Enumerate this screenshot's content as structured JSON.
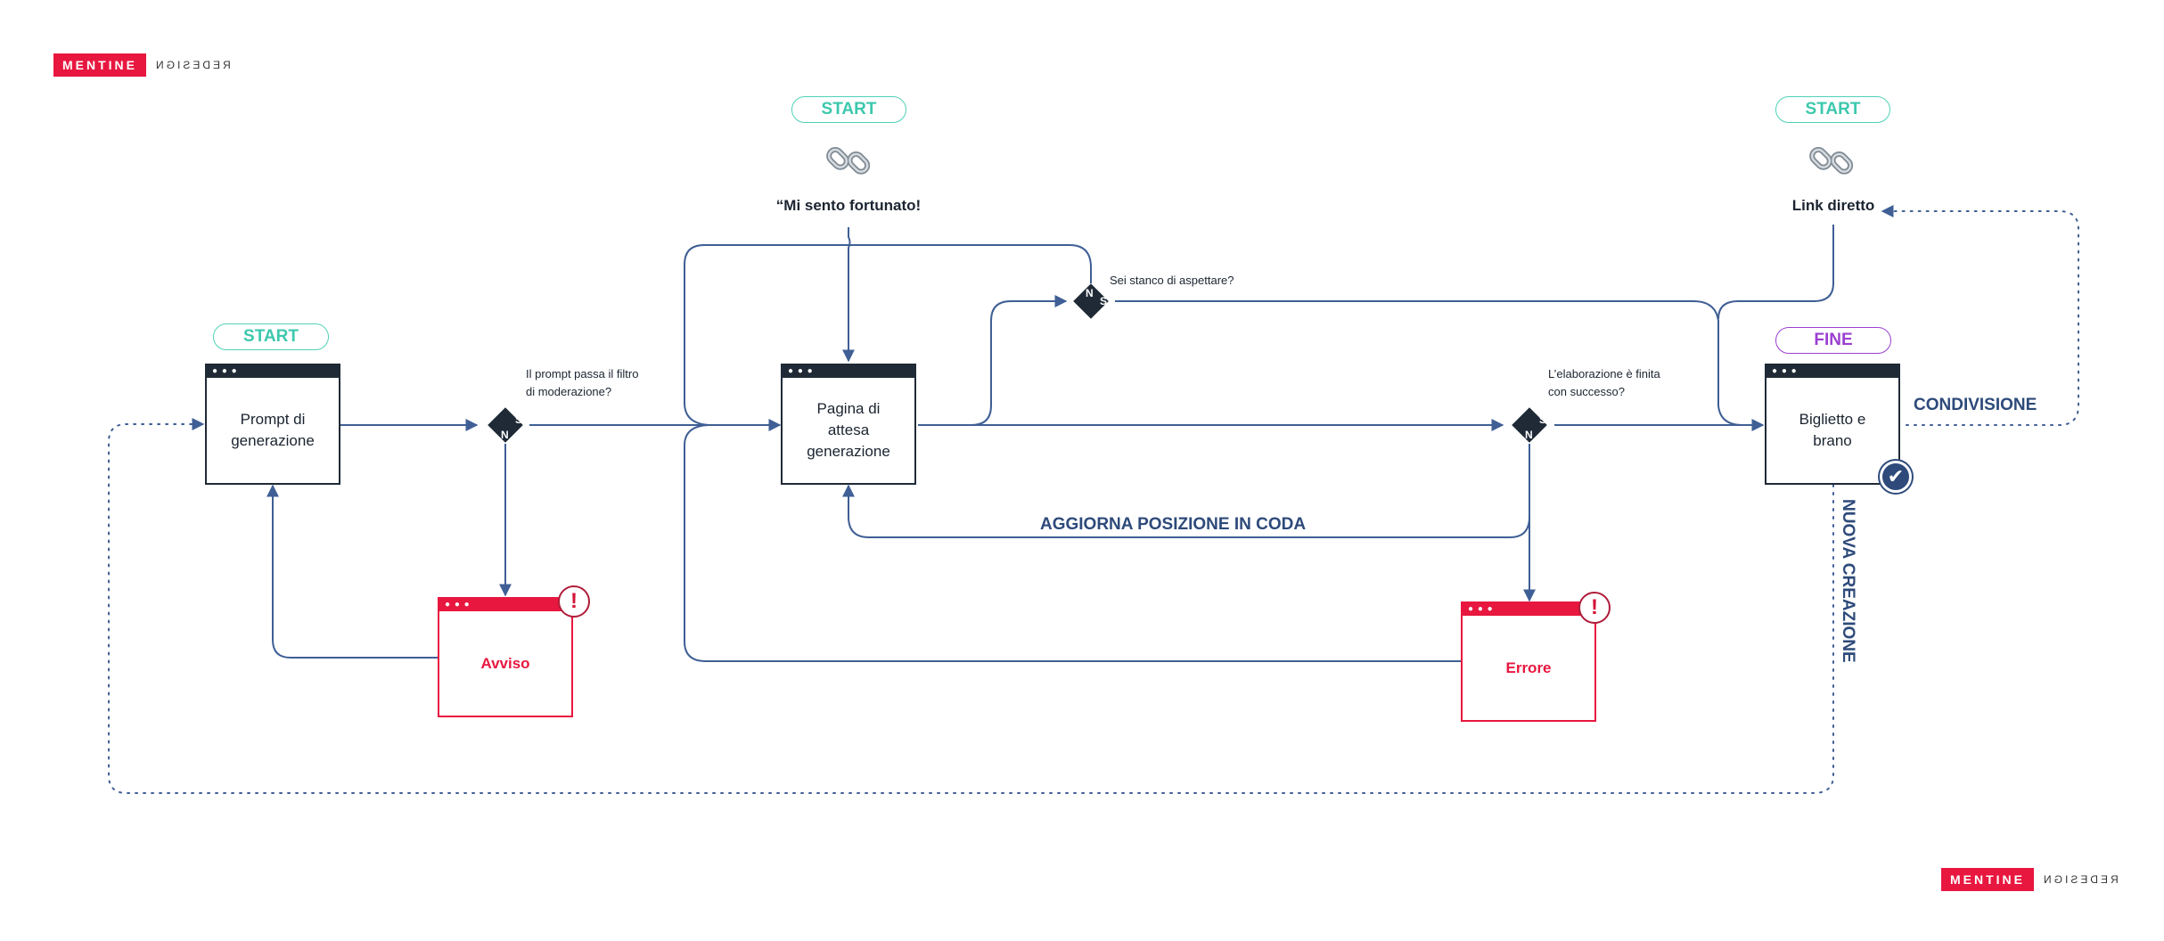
{
  "brand": {
    "name": "MENTINE",
    "tagline": "REDESIGN"
  },
  "start_label": "START",
  "end_label": "FINE",
  "entries": {
    "lucky": "“Mi sento fortunato!",
    "direct_link": "Link diretto"
  },
  "screens": {
    "prompt": "Prompt di generazione",
    "waiting": "Pagina di attesa generazione",
    "ticket": "Biglietto e brano",
    "warning": "Avviso",
    "error": "Errore"
  },
  "decisions": {
    "moderation": {
      "question_line1": "Il prompt passa il filtro",
      "question_line2": "di moderazione?",
      "yes": "S",
      "no": "N"
    },
    "tired": {
      "question": "Sei stanco di aspettare?",
      "yes": "S",
      "no": "N"
    },
    "processing": {
      "question_line1": "L’elaborazione è finita",
      "question_line2": "con successo?",
      "yes": "S",
      "no": "N"
    }
  },
  "flow_labels": {
    "update_queue": "AGGIORNA POSIZIONE IN CODA",
    "sharing": "CONDIVISIONE",
    "new_creation": "NUOVA CREAZIONE"
  },
  "icons": {
    "link": "chain-link-icon",
    "alert": "exclamation-icon",
    "done": "checkmark-icon"
  },
  "colors": {
    "line": "#3f5f95",
    "dark": "#1f2a36",
    "start": "#4fd1b7",
    "fine": "#9b3fd0",
    "alert": "#e8173f",
    "brand": "#e8173f"
  }
}
